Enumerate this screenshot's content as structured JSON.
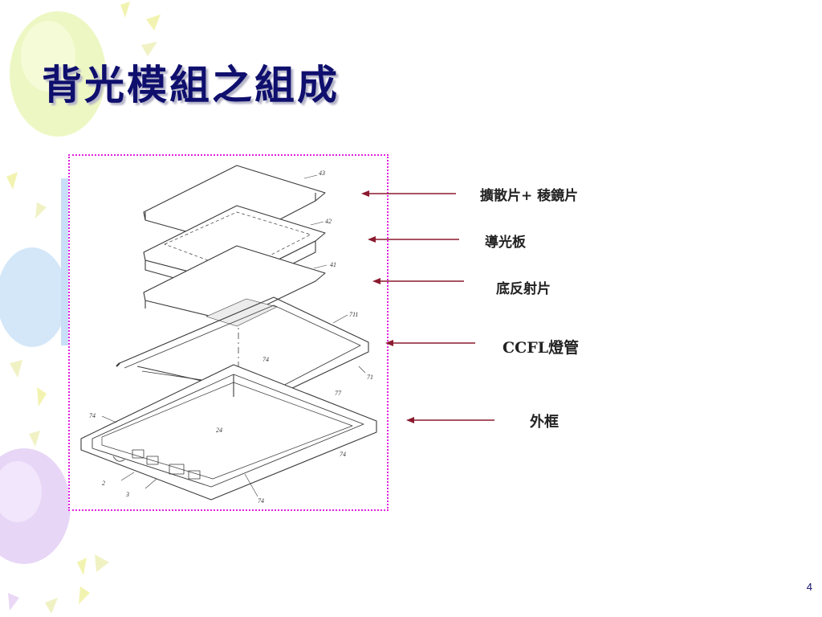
{
  "slide": {
    "title": "背光模組之組成",
    "page_number": "4"
  },
  "figure": {
    "part_numbers": [
      "43",
      "42",
      "41",
      "711",
      "71",
      "74",
      "77",
      "74",
      "24",
      "74",
      "2",
      "3",
      "74"
    ]
  },
  "labels": [
    "擴散片+ 稜鏡片",
    "導光板",
    "底反射片",
    "CCFL燈管",
    "外框"
  ],
  "colors": {
    "title": "#0f0f6e",
    "arrow": "#8b1a2e",
    "frame_border": "#e020e0",
    "decor_green": "#e8f4b4",
    "decor_blue": "#c9dff7",
    "decor_lilac": "#e4cdf5"
  }
}
